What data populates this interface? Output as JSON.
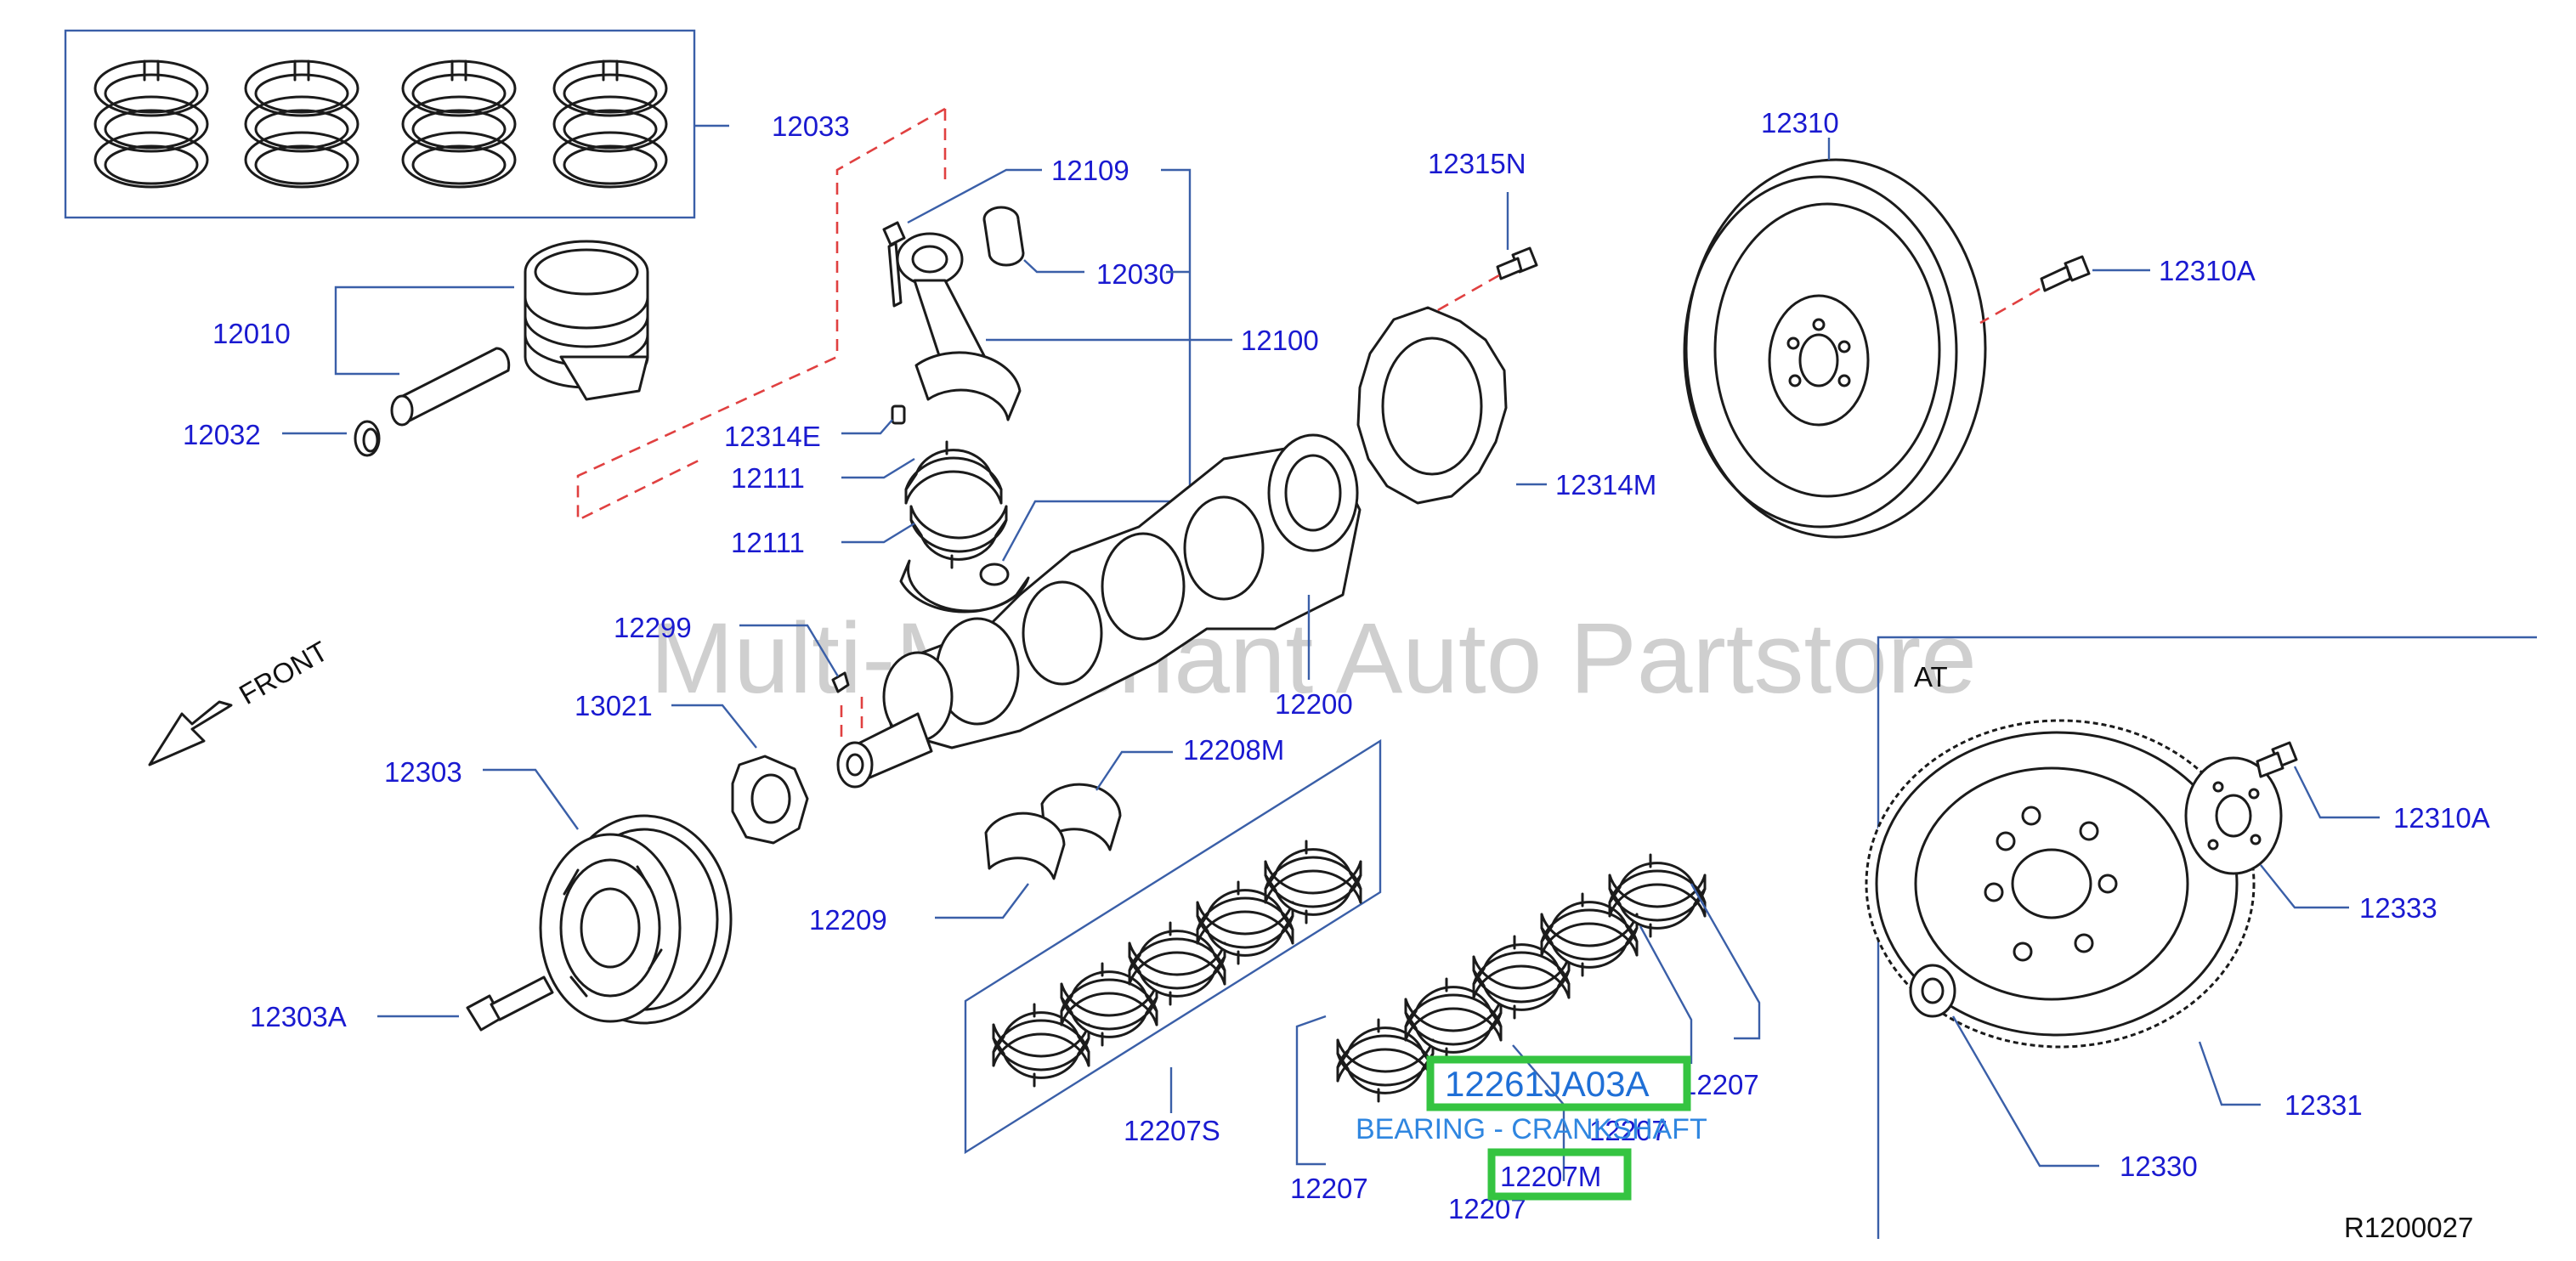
{
  "diagram": {
    "drawing_id": "R1200027",
    "watermark": "Multi-Merchant Auto Partstore",
    "front_label": "FRONT",
    "inset_label": "AT",
    "labels": {
      "p12033": "12033",
      "p12109": "12109",
      "p12030": "12030",
      "p12100": "12100",
      "p12010": "12010",
      "p12032": "12032",
      "p12314E": "12314E",
      "p12111a": "12111",
      "p12111b": "12111",
      "p12315N": "12315N",
      "p12314M": "12314M",
      "p12310": "12310",
      "p12310A": "12310A",
      "p12299": "12299",
      "p13021": "13021",
      "p12200": "12200",
      "p12303": "12303",
      "p12303A": "12303A",
      "p12208M": "12208M",
      "p12209": "12209",
      "p12207S": "12207S",
      "p12207a": "12207",
      "p12207b": "12207",
      "p12207c": "12207",
      "p12207d": "12207",
      "p12310A_at": "12310A",
      "p12333": "12333",
      "p12331": "12331",
      "p12330": "12330"
    },
    "highlight": {
      "part_number": "12261JA03A",
      "description": "BEARING - CRANKSHAFT",
      "sub_part": "12207M"
    }
  }
}
